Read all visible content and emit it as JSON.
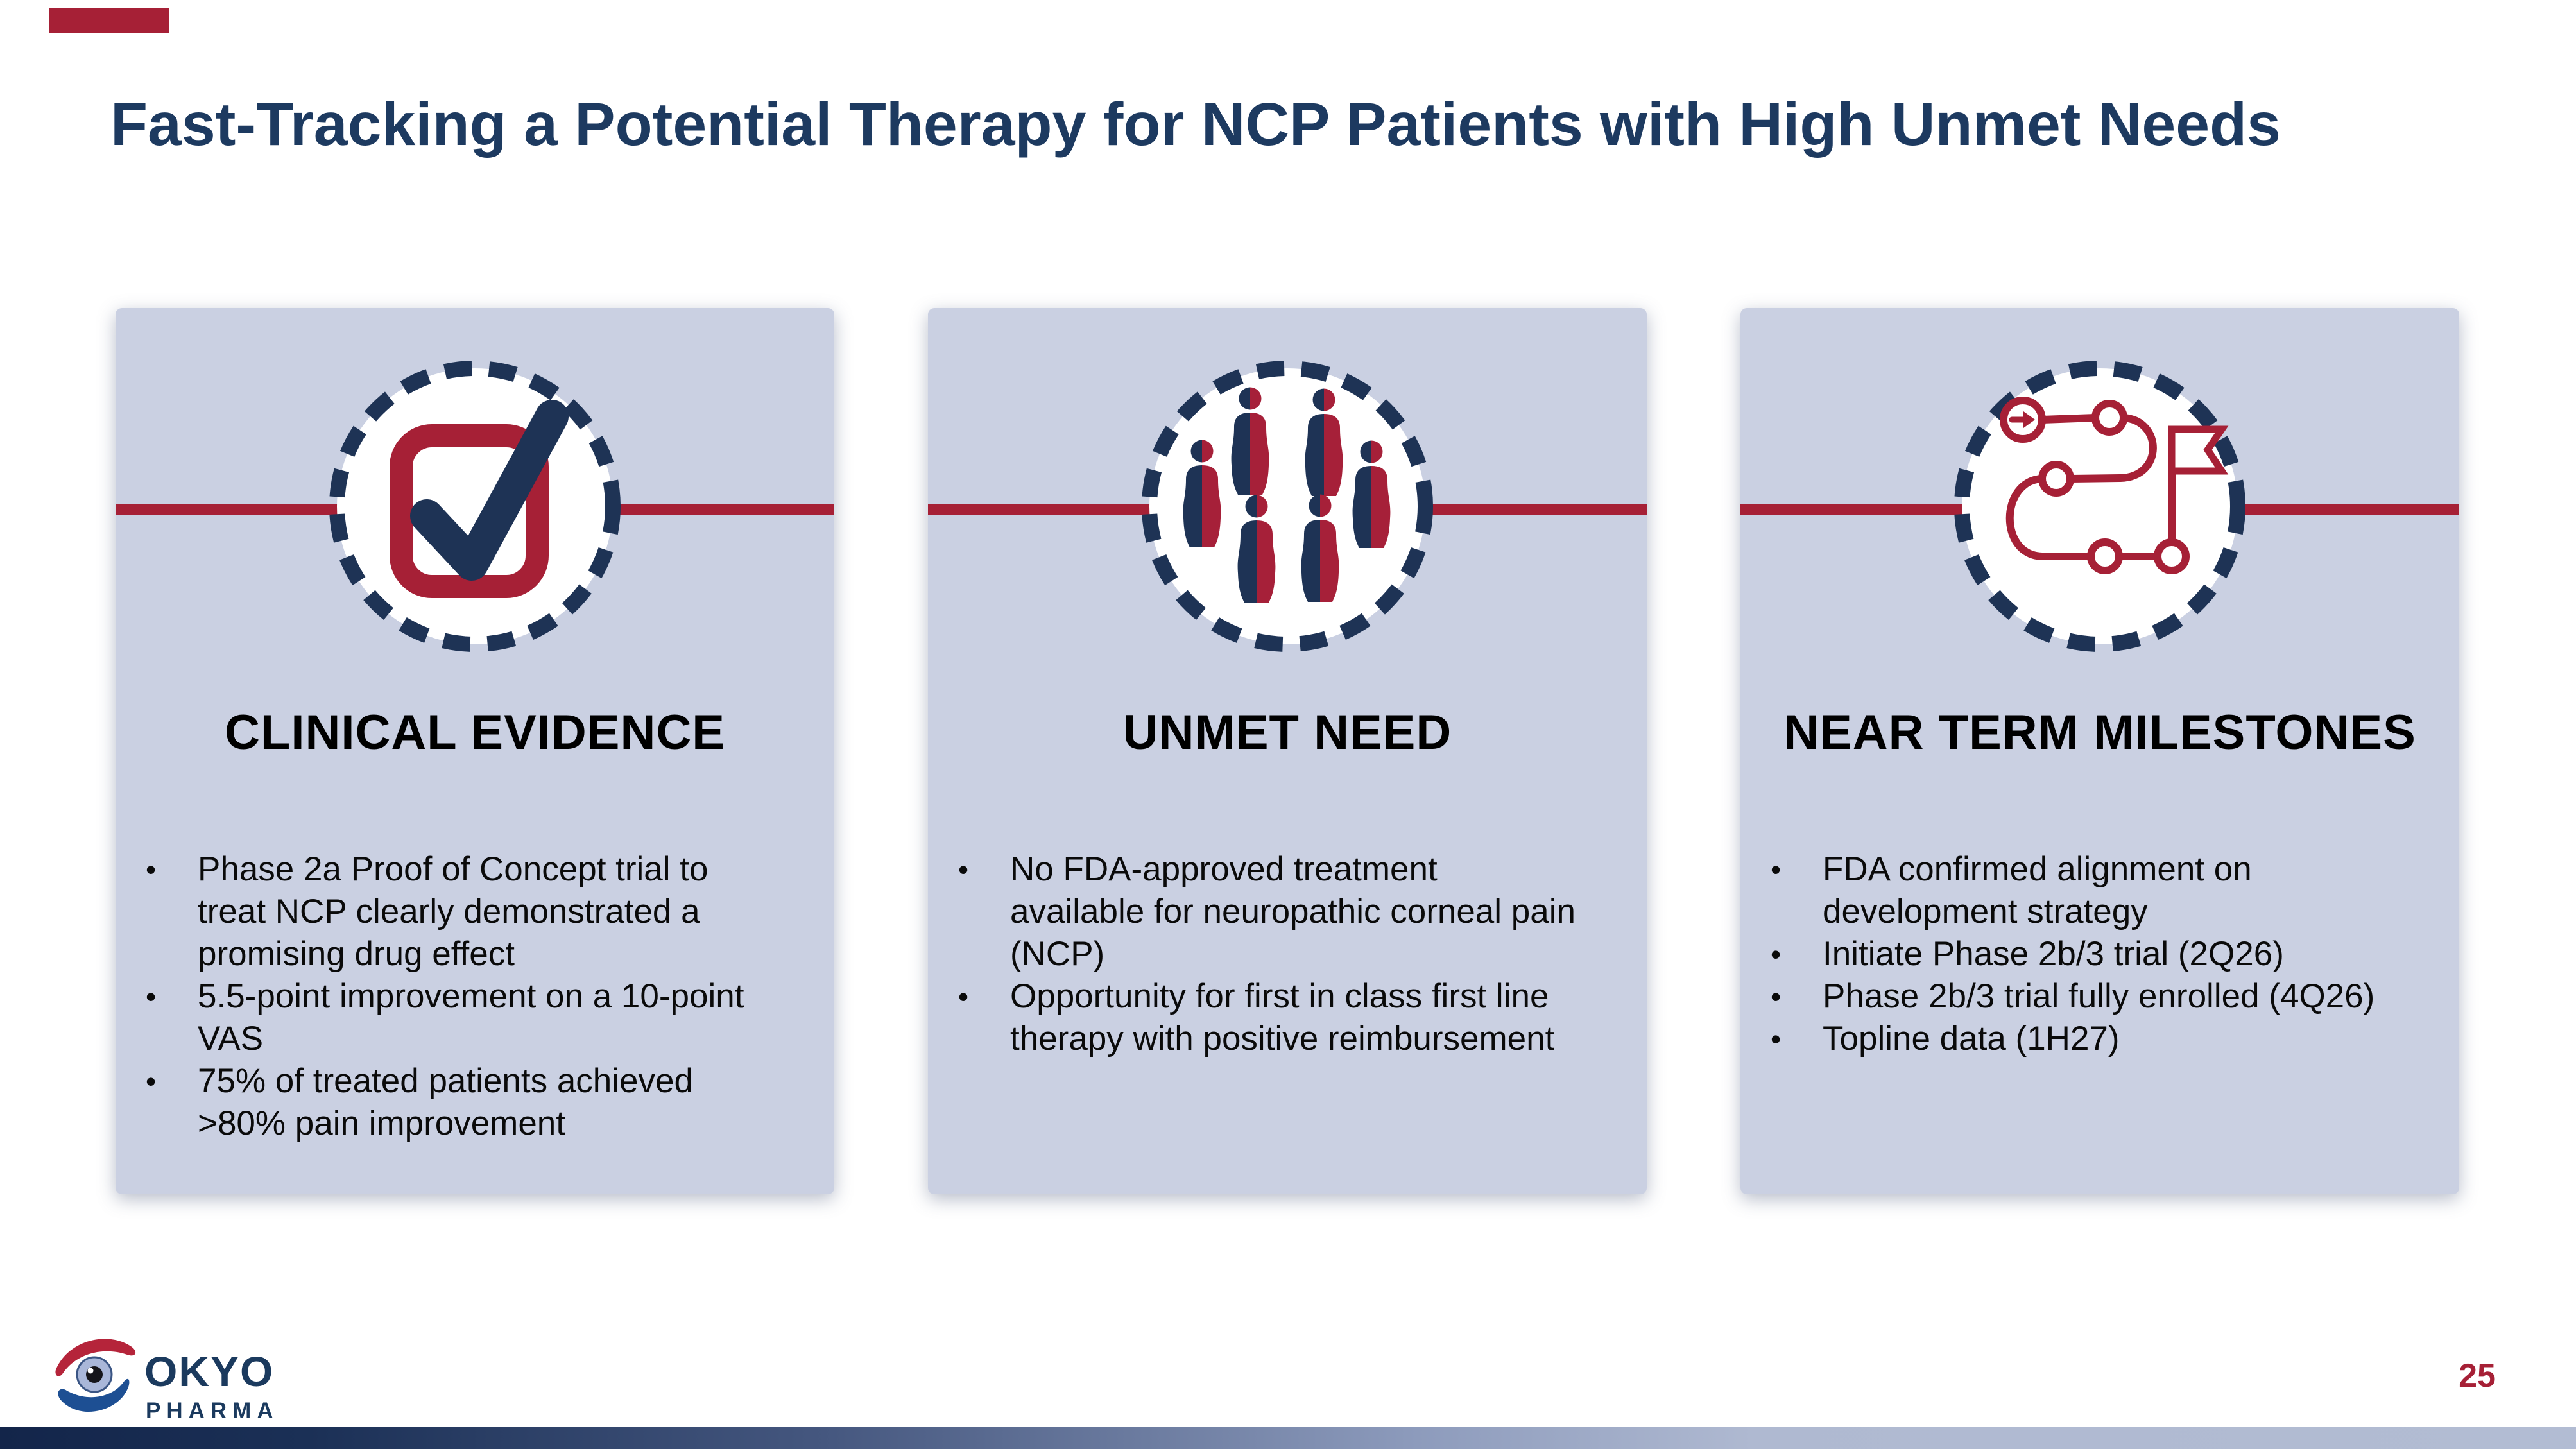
{
  "slide": {
    "title": "Fast-Tracking a Potential Therapy for NCP Patients with High Unmet Needs",
    "page_number": "25",
    "colors": {
      "accent_maroon": "#A62036",
      "navy": "#1E3355",
      "title_navy": "#1D3A60",
      "card_background": "#CAD0E2",
      "bottom_bar_gradient_left": "#13254A",
      "bottom_bar_gradient_right": "#B2BCD3"
    }
  },
  "logo": {
    "name": "OKYO",
    "sub": "PHARMA",
    "icon": "eye-logo-icon"
  },
  "cards": [
    {
      "icon": "checkbox-icon",
      "heading": "CLINICAL EVIDENCE",
      "bullet_dot": "•",
      "bullets": [
        "Phase 2a Proof of Concept trial to\ntreat NCP clearly demonstrated a\npromising drug effect",
        "5.5-point improvement on a 10-point\nVAS",
        "75% of treated patients achieved\n>80% pain improvement"
      ]
    },
    {
      "icon": "people-icon",
      "heading": "UNMET NEED",
      "bullet_dot": "•",
      "bullets": [
        "No FDA-approved treatment\navailable for neuropathic corneal pain\n(NCP)",
        "Opportunity for first in class first line\ntherapy with positive reimbursement"
      ]
    },
    {
      "icon": "roadmap-icon",
      "heading": "NEAR TERM MILESTONES",
      "bullet_dot": "•",
      "bullets": [
        "FDA confirmed alignment on\ndevelopment strategy",
        "Initiate Phase 2b/3 trial (2Q26)",
        "Phase 2b/3 trial fully enrolled (4Q26)",
        "Topline data (1H27)"
      ]
    }
  ]
}
